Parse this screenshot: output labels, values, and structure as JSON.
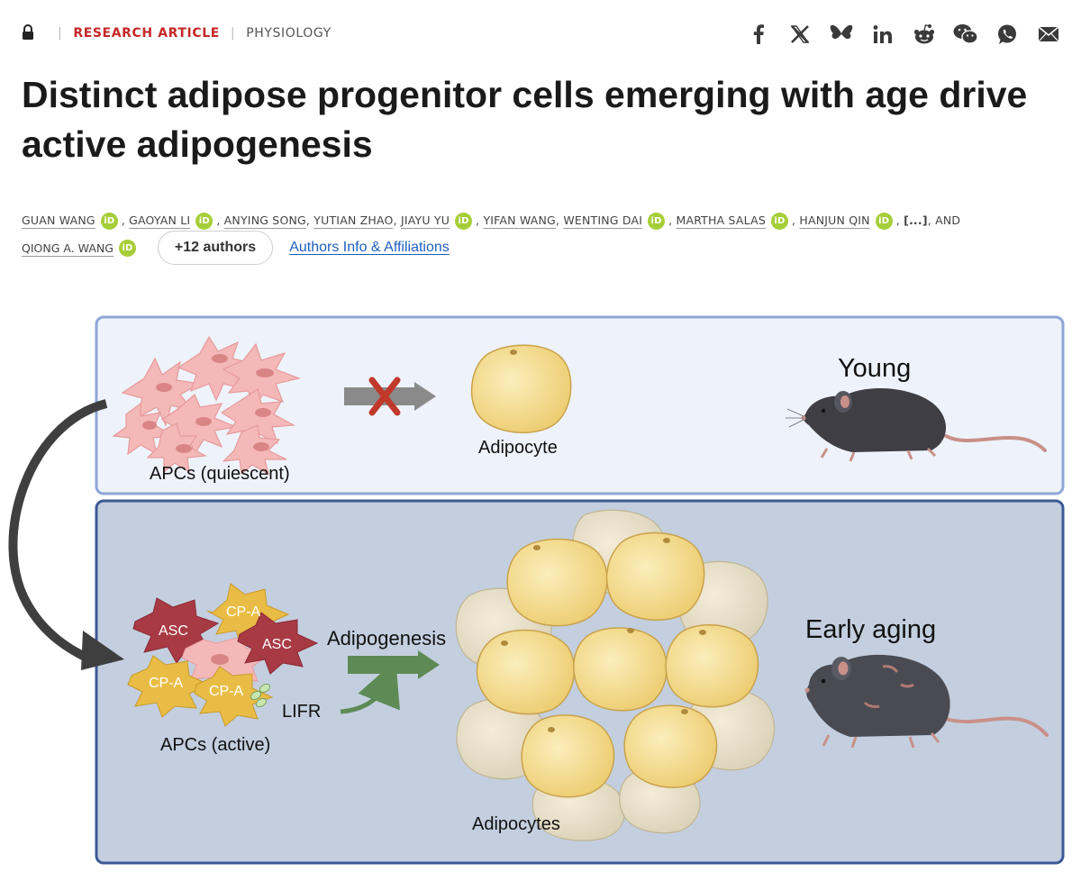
{
  "header": {
    "category_primary": "RESEARCH ARTICLE",
    "category_secondary": "PHYSIOLOGY",
    "share_icons": [
      "facebook-icon",
      "x-icon",
      "bluesky-icon",
      "linkedin-icon",
      "reddit-icon",
      "wechat-icon",
      "whatsapp-icon",
      "email-icon"
    ]
  },
  "article": {
    "title": "Distinct adipose progenitor cells emerging with age drive active adipogenesis",
    "authors": [
      "GUAN WANG",
      "GAOYAN LI",
      "ANYING SONG",
      "YUTIAN ZHAO",
      "JIAYU YU",
      "YIFAN WANG",
      "WENTING DAI",
      "MARTHA SALAS",
      "HANJUN QIN"
    ],
    "ellipsis": "[...]",
    "and_text": ", AND",
    "last_author": "QIONG A. WANG",
    "more_authors_label": "+12 authors",
    "affiliations_link": "Authors Info & Affiliations",
    "orcid_label": "iD"
  },
  "figure": {
    "panel_top": {
      "cells_label": "APCs (quiescent)",
      "adipocyte_label": "Adipocyte",
      "mouse_label": "Young"
    },
    "panel_bottom": {
      "cells_label": "APCs (active)",
      "cell_labels": [
        "ASC",
        "CP-A",
        "ASC",
        "CP-A",
        "CP-A"
      ],
      "receptor_label": "LIFR",
      "process_label": "Adipogenesis",
      "adipocytes_label": "Adipocytes",
      "mouse_label": "Early aging"
    },
    "colors": {
      "top_panel_bg": "#eef3fb",
      "top_panel_border": "#8fa6d6",
      "bottom_panel_bg": "#c3cfdf",
      "bottom_panel_border": "#3d5a96",
      "quiescent_cell": "#f4b8b8",
      "asc_cell": "#a83a44",
      "cpa_cell": "#e9bd45",
      "adipocyte": "#f7df98",
      "arrow_blocked": "#8a8a8a",
      "arrow_active": "#5e8a55",
      "block_x": "#c0392b"
    }
  }
}
